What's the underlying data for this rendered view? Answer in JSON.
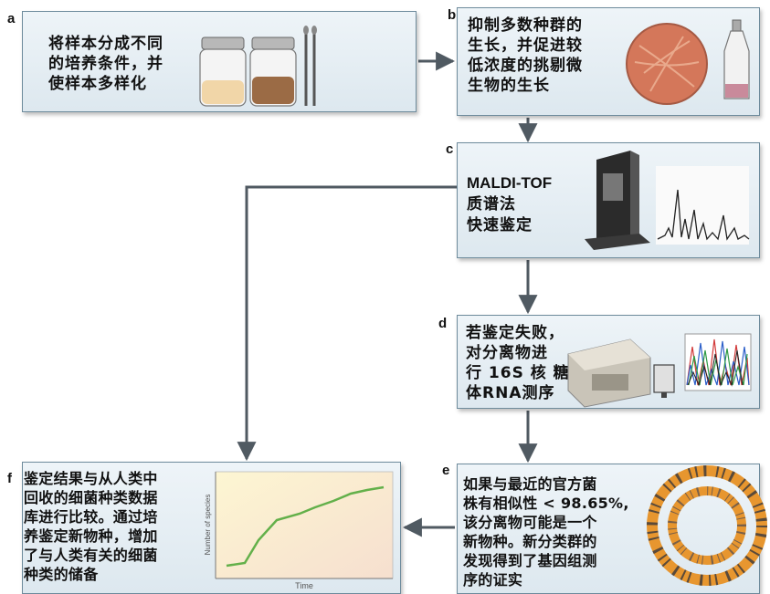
{
  "panels": {
    "a": {
      "letter": "a",
      "text": "将样本分成不同\n的培养条件，并\n使样本多样化"
    },
    "b": {
      "letter": "b",
      "text": "抑制多数种群的\n生长，并促进较\n低浓度的挑剔微\n生物的生长"
    },
    "c": {
      "letter": "c",
      "line1": "MALDI-TOF",
      "line2": "质谱法",
      "line3": "快速鉴定"
    },
    "d": {
      "letter": "d",
      "text": "若鉴定失败，\n对分离物进\n行 16S 核 糖\n体RNA测序"
    },
    "e": {
      "letter": "e",
      "text": "如果与最近的官方菌\n株有相似性 < 98.65%,\n该分离物可能是一个\n新物种。新分类群的\n发现得到了基因组测\n序的证实"
    },
    "f": {
      "letter": "f",
      "text": "鉴定结果与从人类中\n回收的细菌种类数据\n库进行比较。通过培\n养鉴定新物种，增加\n了与人类有关的细菌\n种类的储备",
      "chart": {
        "xlabel": "Time",
        "ylabel": "Number of species"
      }
    }
  },
  "colors": {
    "box_border": "#6e8b9c",
    "arrow": "#505a62",
    "petri": "#d4775a",
    "curve": "#63b04a"
  }
}
